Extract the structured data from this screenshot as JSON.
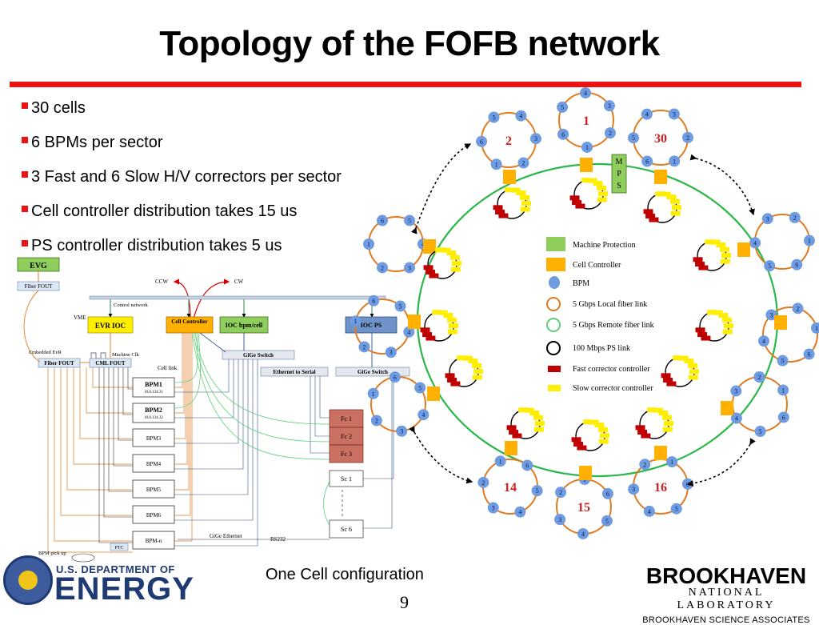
{
  "slide": {
    "title": "Topology of the FOFB network",
    "bullets": [
      "30 cells",
      "6 BPMs per sector",
      "3 Fast and 6 Slow H/V correctors per sector",
      "Cell controller distribution takes 15 us",
      "PS controller distribution takes 5 us"
    ],
    "caption": "One Cell configuration",
    "page_number": "9"
  },
  "cell_diagram": {
    "evg": "EVG",
    "fiber_fout_top": "Fiber FOUT",
    "ccw": "CCW",
    "cw": "CW",
    "control_network": "Control network",
    "vme": "VME",
    "evr_ioc": "EVR IOC",
    "cell_controller": "Cell Controller",
    "ioc_bpm_cell": "IOC bpm/cell",
    "ioc_ps": "IOC PS",
    "embedded_evr": "Embedded EvR",
    "machine_clk": "Machine Clk",
    "fiber_fout": "Fiber FOUT",
    "cml_fout": "CML FOUT",
    "gige_switch_1": "GiGe Switch",
    "gige_switch_2": "GiGe Switch",
    "ethernet_to_serial": "Ethernet to Serial",
    "cell_link": "Cell link",
    "bpms": [
      {
        "name": "BPM1",
        "ip": "10.0.134.31"
      },
      {
        "name": "BPM2",
        "ip": "10.0.134.32"
      },
      {
        "name": "BPM3",
        "ip": ""
      },
      {
        "name": "BPM4",
        "ip": ""
      },
      {
        "name": "BPM5",
        "ip": ""
      },
      {
        "name": "BPM6",
        "ip": ""
      },
      {
        "name": "BPM-n",
        "ip": ""
      }
    ],
    "fast_correctors": [
      "Fc 1",
      "Fc 2",
      "Fc 3"
    ],
    "slow_correctors": [
      "Sc 1",
      "Sc 6"
    ],
    "gige_ethernet": "GiGe Ethernet",
    "rs232": "RS232",
    "ptc": "PTC",
    "bpm_pickup": "BPM pick up"
  },
  "ring_diagram": {
    "cell_labels": [
      "1",
      "2",
      "30",
      "14",
      "15",
      "16"
    ],
    "mps": [
      "M",
      "P",
      "S"
    ],
    "legend": [
      {
        "label": "Machine Protection",
        "symbol": "green-square",
        "color": "#8fce5c"
      },
      {
        "label": "Cell Controller",
        "symbol": "orange-square",
        "color": "#ffb000"
      },
      {
        "label": "BPM",
        "symbol": "blue-circle",
        "color": "#6f9be0"
      },
      {
        "label": "5 Gbps Local fiber link",
        "symbol": "orange-ring",
        "color": "#e07b22"
      },
      {
        "label": "5 Gbps Remote fiber link",
        "symbol": "green-ring",
        "color": "#5fd07a"
      },
      {
        "label": "100 Mbps PS link",
        "symbol": "black-ring",
        "color": "#000000"
      },
      {
        "label": "Fast corrector controller",
        "symbol": "red-rect",
        "color": "#c00000"
      },
      {
        "label": "Slow corrector controller",
        "symbol": "yellow-rect",
        "color": "#ffee00"
      }
    ]
  },
  "footer": {
    "doe_us": "U.S. DEPARTMENT OF",
    "doe_energy": "ENERGY",
    "bnl_name": "BROOKHAVEN",
    "bnl_lab": "NATIONAL LABORATORY",
    "bnl_assoc": "BROOKHAVEN SCIENCE ASSOCIATES"
  }
}
